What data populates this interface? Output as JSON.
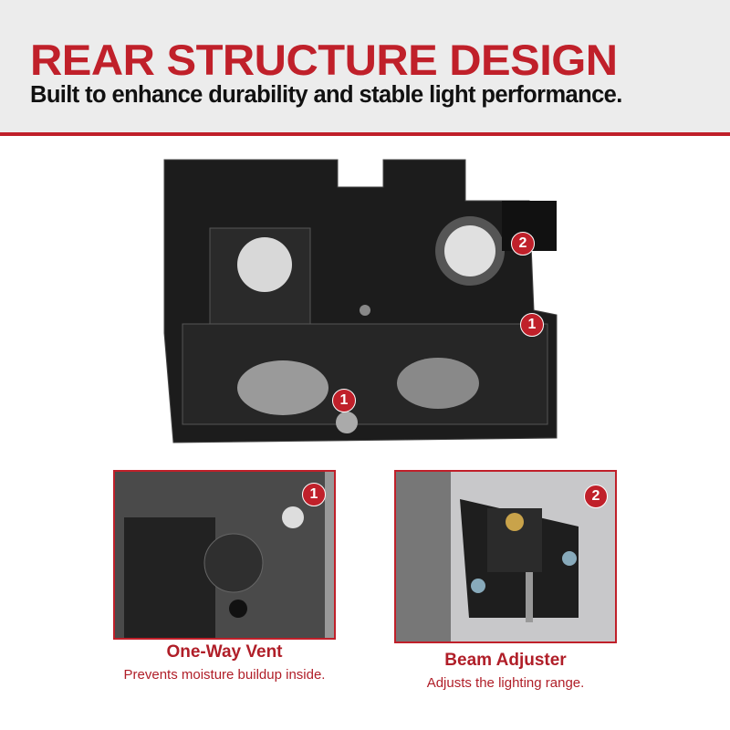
{
  "header": {
    "title": "REAR STRUCTURE DESIGN",
    "subtitle": "Built to enhance durability and stable light performance."
  },
  "colors": {
    "accent": "#c0202a",
    "header_bg": "#ececec"
  },
  "markers": [
    "1",
    "2",
    "1"
  ],
  "features": [
    {
      "number": "1",
      "title": "One-Way Vent",
      "description": "Prevents moisture buildup inside."
    },
    {
      "number": "2",
      "title": "Beam Adjuster",
      "description": "Adjusts the lighting range."
    }
  ]
}
